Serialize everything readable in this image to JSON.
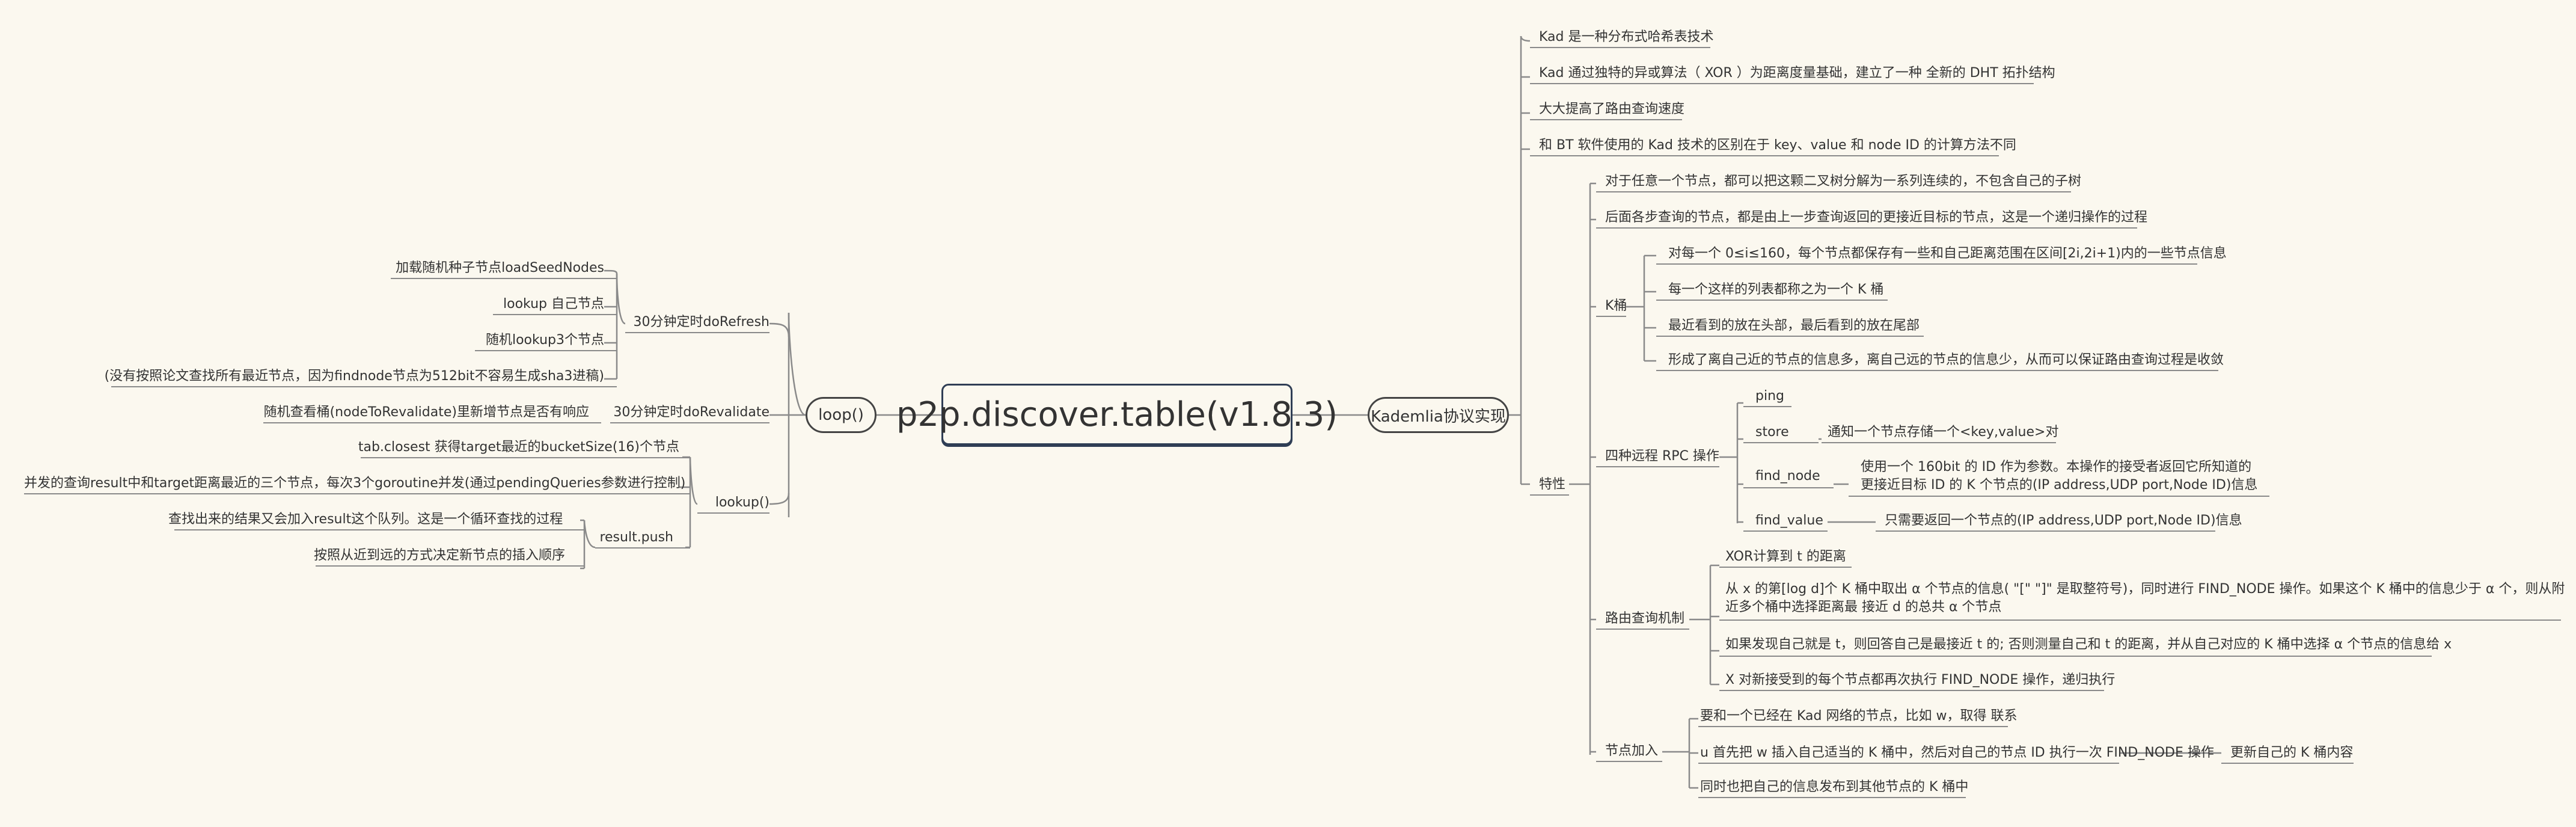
{
  "root": "p2p.discover.table(v1.8.3)",
  "left": {
    "loop": "loop()",
    "doRefresh": {
      "label": "30分钟定时doRefresh",
      "items": [
        "加载随机种子节点loadSeedNodes",
        "lookup 自己节点",
        "随机lookup3个节点",
        "(没有按照论文查找所有最近节点，因为findnode节点为512bit不容易生成sha3进稿)"
      ]
    },
    "doRevalidate": {
      "label": "30分钟定时doRevalidate",
      "item": "随机查看桶(nodeToRevalidate)里新增节点是否有响应"
    },
    "lookup": {
      "label": "lookup()",
      "items": [
        "tab.closest 获得target最近的bucketSize(16)个节点",
        "并发的查询result中和target距离最近的三个节点，每次3个goroutine并发(通过pendingQueries参数进行控制)"
      ],
      "result_push": {
        "label": "result.push",
        "items": [
          "查找出来的结果又会加入result这个队列。这是一个循环查找的过程",
          "按照从近到远的方式决定新节点的插入顺序"
        ]
      }
    }
  },
  "right": {
    "kademlia": "Kademlia协议实现",
    "intro": [
      "Kad 是一种分布式哈希表技术",
      "Kad 通过独特的异或算法（ XOR ）为距离度量基础，建立了一种 全新的 DHT 拓扑结构",
      "大大提高了路由查询速度",
      "和 BT 软件使用的 Kad 技术的区别在于 key、value 和 node ID 的计算方法不同"
    ],
    "features": {
      "label": "特性",
      "top": [
        "对于任意一个节点，都可以把这颗二叉树分解为一系列连续的，不包含自己的子树",
        "后面各步查询的节点，都是由上一步查询返回的更接近目标的节点，这是一个递归操作的过程"
      ],
      "kbucket": {
        "label": "K桶",
        "items": [
          "对每一个 0≤i≤160，每个节点都保存有一些和自己距离范围在区间[2i,2i+1)内的一些节点信息",
          "每一个这样的列表都称之为一个 K 桶",
          "最近看到的放在头部，最后看到的放在尾部",
          "形成了离自己近的节点的信息多，离自己远的节点的信息少，从而可以保证路由查询过程是收敛"
        ]
      },
      "rpc": {
        "label": "四种远程 RPC 操作",
        "ops": [
          {
            "name": "ping",
            "desc": ""
          },
          {
            "name": "store",
            "desc": "通知一个节点存储一个<key,value>对"
          },
          {
            "name": "find_node",
            "desc": "使用一个 160bit 的 ID 作为参数。本操作的接受者返回它所知道的更接近目标 ID 的 K 个节点的(IP address,UDP port,Node ID)信息"
          },
          {
            "name": "find_value",
            "desc": "只需要返回一个节点的(IP address,UDP port,Node ID)信息"
          }
        ]
      },
      "routing": {
        "label": "路由查询机制",
        "items": [
          "XOR计算到 t 的距离",
          "从 x 的第[log d]个 K 桶中取出 α 个节点的信息( \"[\"   \"]\" 是取整符号)，同时进行 FIND_NODE 操作。如果这个 K 桶中的信息少于 α 个，则从附近多个桶中选择距离最 接近 d 的总共 α 个节点",
          "如果发现自己就是 t，则回答自己是最接近 t 的; 否则测量自己和 t 的距离，并从自己对应的 K 桶中选择 α 个节点的信息给 x",
          "X 对新接受到的每个节点都再次执行 FIND_NODE 操作，递归执行"
        ]
      },
      "join": {
        "label": "节点加入",
        "items": [
          "要和一个已经在 Kad 网络的节点，比如 w，取得 联系",
          "u 首先把 w 插入自己适当的 K 桶中，然后对自己的节点 ID 执行一次 FIND_NODE 操作",
          "同时也把自己的信息发布到其他节点的 K 桶中"
        ],
        "sub": "更新自己的 K 桶内容"
      }
    }
  }
}
